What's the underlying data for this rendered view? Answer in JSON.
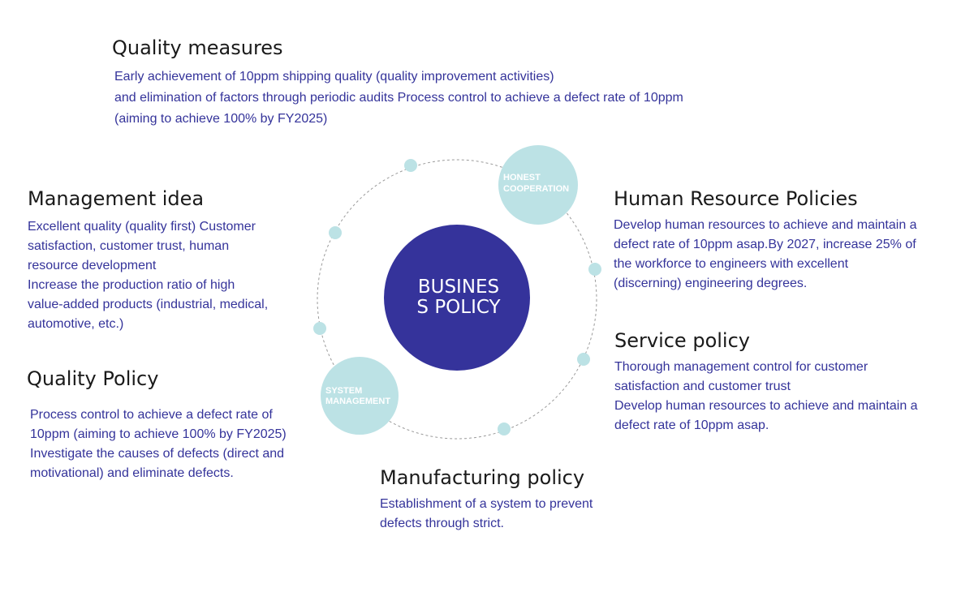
{
  "colors": {
    "center": "#35339b",
    "bubble": "#bce2e5",
    "dot": "#bce2e5",
    "ring": "#9a9a9a",
    "heading": "#1a1a1a",
    "body_text": "#34339a"
  },
  "center": {
    "line1": "BUSINES",
    "line2": "S POLICY"
  },
  "bubbles": {
    "honest": {
      "line1": "HONEST",
      "line2": "COOPERATION"
    },
    "system": {
      "line1": "SYSTEM",
      "line2": "MANAGEMENT"
    }
  },
  "sections": {
    "quality_measures": {
      "title": "Quality measures",
      "lines": [
        "Early achievement of 10ppm shipping quality (quality improvement activities)",
        "and elimination of factors through periodic audits Process control to achieve a defect rate of 10ppm",
        "(aiming to achieve 100% by FY2025)"
      ]
    },
    "management_idea": {
      "title": "Management idea",
      "lines": [
        "Excellent quality (quality first) Customer",
        "satisfaction, customer trust, human",
        "resource development",
        "Increase the production ratio of high",
        "value-added products (industrial, medical,",
        "automotive, etc.)"
      ]
    },
    "quality_policy": {
      "title": "Quality Policy",
      "lines": [
        "Process control to achieve a defect rate of",
        "10ppm (aiming to achieve 100% by FY2025)",
        "Investigate the causes of defects (direct and",
        "motivational) and eliminate defects."
      ]
    },
    "hr_policies": {
      "title": "Human Resource Policies",
      "lines": [
        "Develop human resources to achieve and maintain a",
        "defect rate of 10ppm asap.By 2027, increase 25% of",
        "the workforce to engineers with excellent",
        "(discerning)  engineering degrees."
      ]
    },
    "service_policy": {
      "title": "Service policy",
      "lines": [
        "Thorough management control for customer",
        "satisfaction and customer trust",
        "Develop human resources to achieve and maintain a",
        "defect rate of 10ppm asap."
      ]
    },
    "manufacturing_policy": {
      "title": "Manufacturing policy",
      "lines": [
        "Establishment of a system to prevent",
        "defects through strict."
      ]
    }
  }
}
